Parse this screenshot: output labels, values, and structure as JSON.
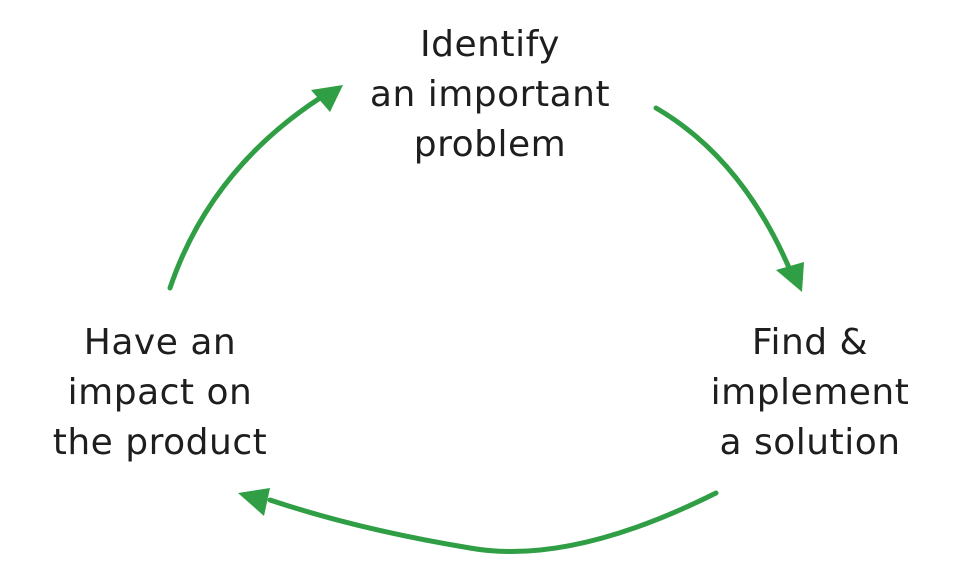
{
  "diagram": {
    "type": "cycle",
    "arrow_color": "#2f9e44",
    "text_color": "#1e1e1e",
    "nodes": [
      {
        "id": "identify",
        "lines": [
          "Identify",
          "an important",
          "problem"
        ]
      },
      {
        "id": "implement",
        "lines": [
          "Find &",
          "implement",
          "a solution"
        ]
      },
      {
        "id": "impact",
        "lines": [
          "Have an",
          "impact on",
          "the product"
        ]
      }
    ],
    "edges": [
      {
        "from": "identify",
        "to": "implement"
      },
      {
        "from": "implement",
        "to": "impact"
      },
      {
        "from": "impact",
        "to": "identify"
      }
    ]
  }
}
